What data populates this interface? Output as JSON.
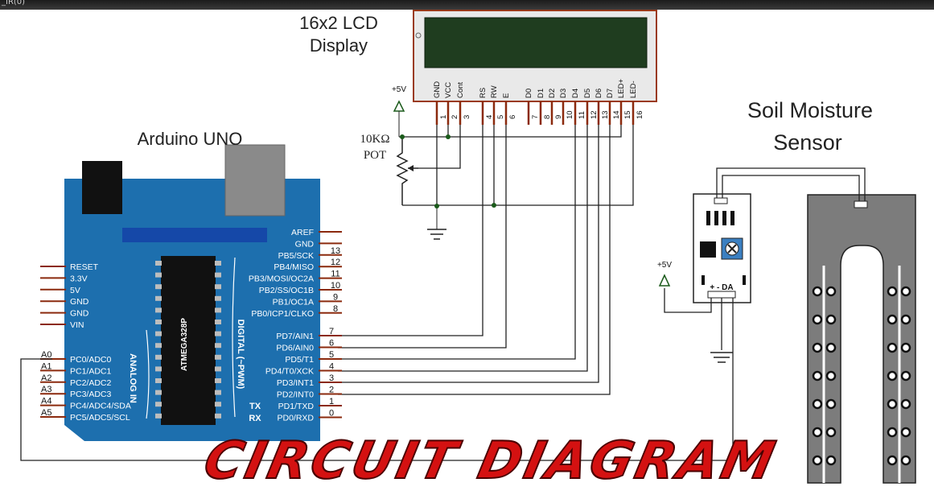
{
  "window": {
    "title_fragment": "_IR(0)"
  },
  "title": "CIRCUIT DIAGRAM",
  "lcd": {
    "label_line1": "16x2 LCD",
    "label_line2": "Display",
    "pin_labels": [
      "GND",
      "VCC",
      "Cont",
      "RS",
      "RW",
      "E",
      "D0",
      "D1",
      "D2",
      "D3",
      "D4",
      "D5",
      "D6",
      "D7",
      "LED+",
      "LED-"
    ],
    "pin_numbers": [
      "1",
      "2",
      "3",
      "4",
      "5",
      "6",
      "7",
      "8",
      "9",
      "10",
      "11",
      "12",
      "13",
      "14",
      "15",
      "16"
    ]
  },
  "pot": {
    "label_line1": "10KΩ",
    "label_line2": "POT",
    "supply": "+5V"
  },
  "arduino": {
    "label": "Arduino UNO",
    "chip": "ATMEGA328P",
    "analog_label": "ANALOG IN",
    "digital_label": "DIGITAL (~PWM)",
    "left_pins": [
      "RESET",
      "3.3V",
      "5V",
      "GND",
      "GND",
      "VIN"
    ],
    "analog_pins": [
      "PC0/ADC0",
      "PC1/ADC1",
      "PC2/ADC2",
      "PC3/ADC3",
      "PC4/ADC4/SDA",
      "PC5/ADC5/SCL"
    ],
    "analog_header": [
      "A0",
      "A1",
      "A2",
      "A3",
      "A4",
      "A5"
    ],
    "right_pins_top": [
      "AREF",
      "GND",
      "PB5/SCK",
      "PB4/MISO",
      "PB3/MOSI/OC2A",
      "PB2/SS/OC1B",
      "PB1/OC1A",
      "PB0/ICP1/CLKO"
    ],
    "right_numbers_top": [
      "",
      "",
      "13",
      "12",
      "11",
      "10",
      "9",
      "8"
    ],
    "right_pins_bottom": [
      "PD7/AIN1",
      "PD6/AIN0",
      "PD5/T1",
      "PD4/T0/XCK",
      "PD3/INT1",
      "PD2/INT0",
      "PD1/TXD",
      "PD0/RXD"
    ],
    "right_numbers_bottom": [
      "7",
      "6",
      "5",
      "4",
      "3",
      "2",
      "1",
      "0"
    ],
    "tx": "TX",
    "rx": "RX"
  },
  "sensor": {
    "label_line1": "Soil Moisture",
    "label_line2": "Sensor",
    "supply": "+5V",
    "module_pins": "+ - DA"
  },
  "colors": {
    "board": "#1d6fae",
    "title": "#d41111",
    "wire": "#222222",
    "pin": "#8b2a0e",
    "lcd_screen": "#1f3d1f"
  }
}
